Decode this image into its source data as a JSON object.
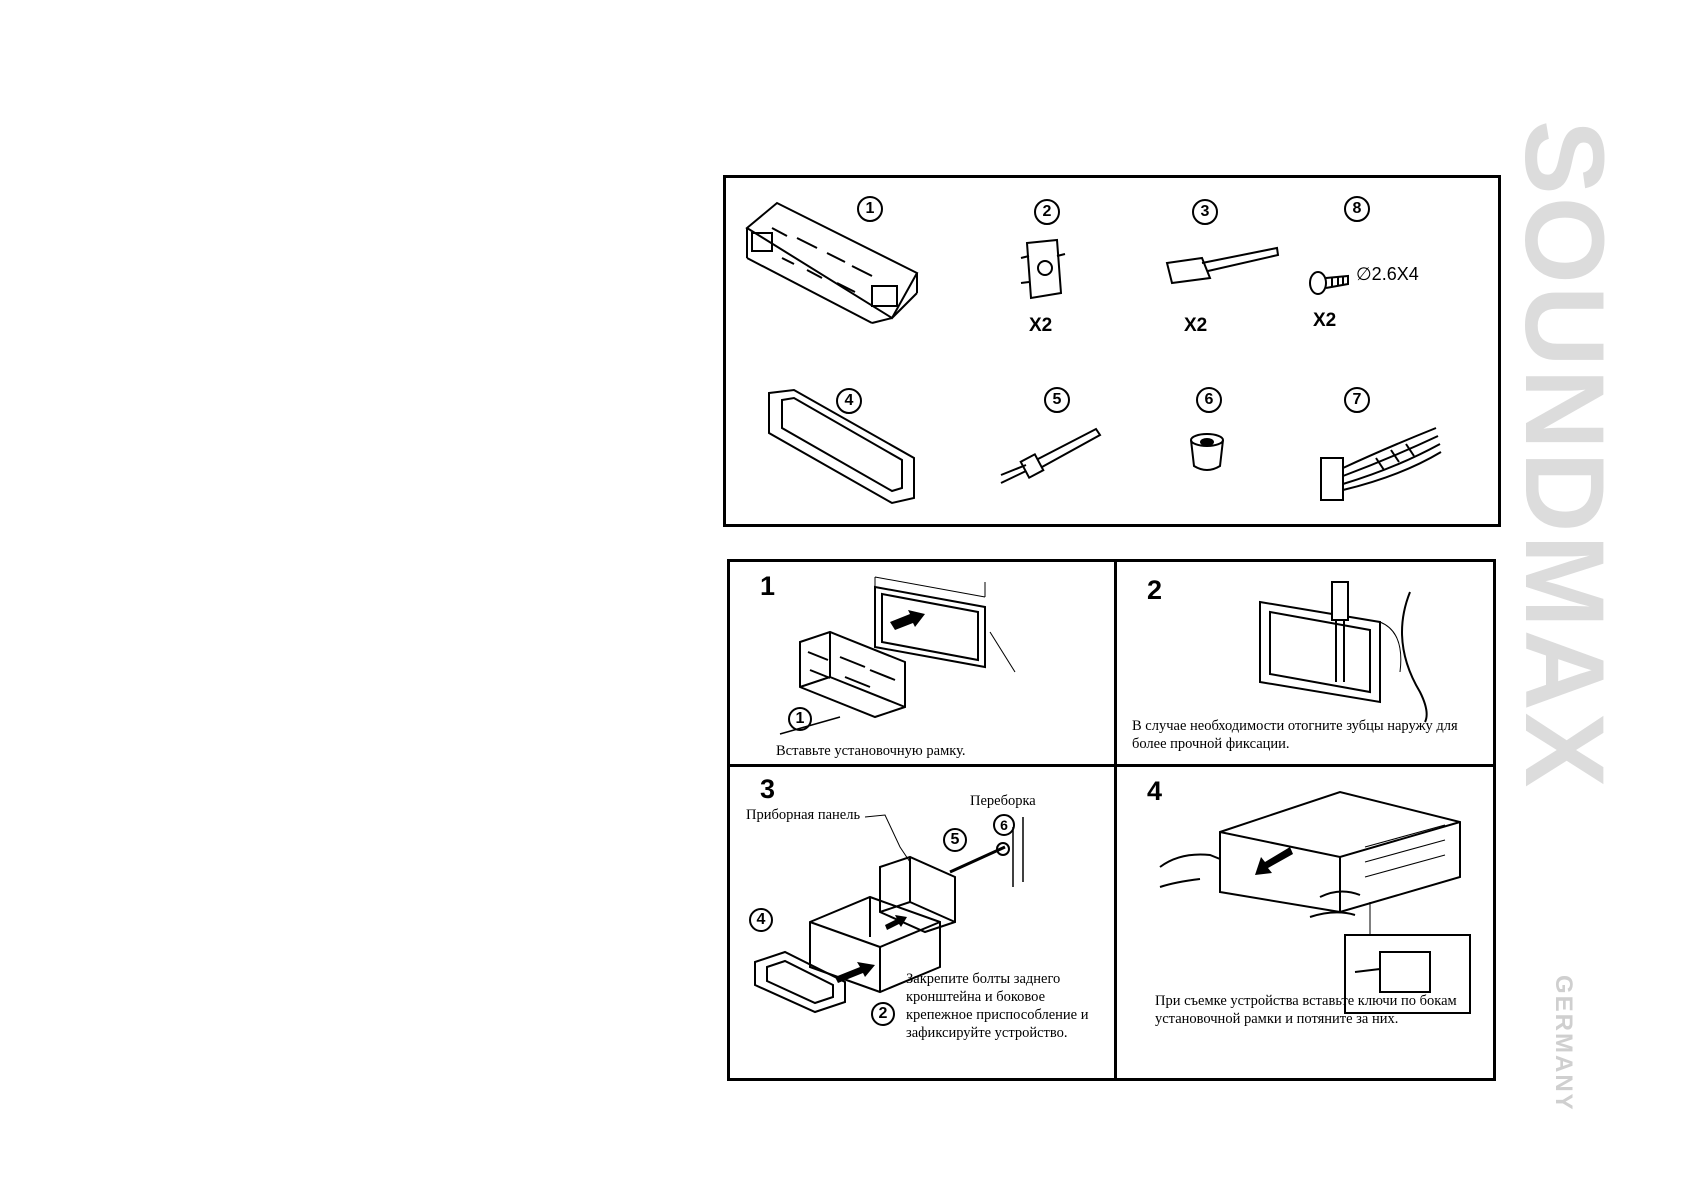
{
  "brand": {
    "name": "SOUNDMAX",
    "sub": "GERMANY"
  },
  "parts": {
    "items": [
      {
        "num": "1",
        "qty": ""
      },
      {
        "num": "2",
        "qty": "X2"
      },
      {
        "num": "3",
        "qty": "X2"
      },
      {
        "num": "8",
        "qty": "X2",
        "spec": "∅2.6X4"
      },
      {
        "num": "4",
        "qty": ""
      },
      {
        "num": "5",
        "qty": ""
      },
      {
        "num": "6",
        "qty": ""
      },
      {
        "num": "7",
        "qty": ""
      }
    ]
  },
  "steps": [
    {
      "num": "1",
      "caption": "Вставьте установочную рамку.",
      "part_label": "1"
    },
    {
      "num": "2",
      "caption": "В случае необходимости отогните зубцы наружу для более прочной фиксации."
    },
    {
      "num": "3",
      "label_panel": "Приборная панель",
      "label_wall": "Переборка",
      "caption": "Закрепите болты заднего кронштейна и боковое крепежное приспособление и зафиксируйте устройство.",
      "part_labels": [
        "5",
        "6",
        "4",
        "2"
      ]
    },
    {
      "num": "4",
      "caption": "При съемке устройства вставьте ключи по бокам установочной рамки и потяните за них."
    }
  ]
}
